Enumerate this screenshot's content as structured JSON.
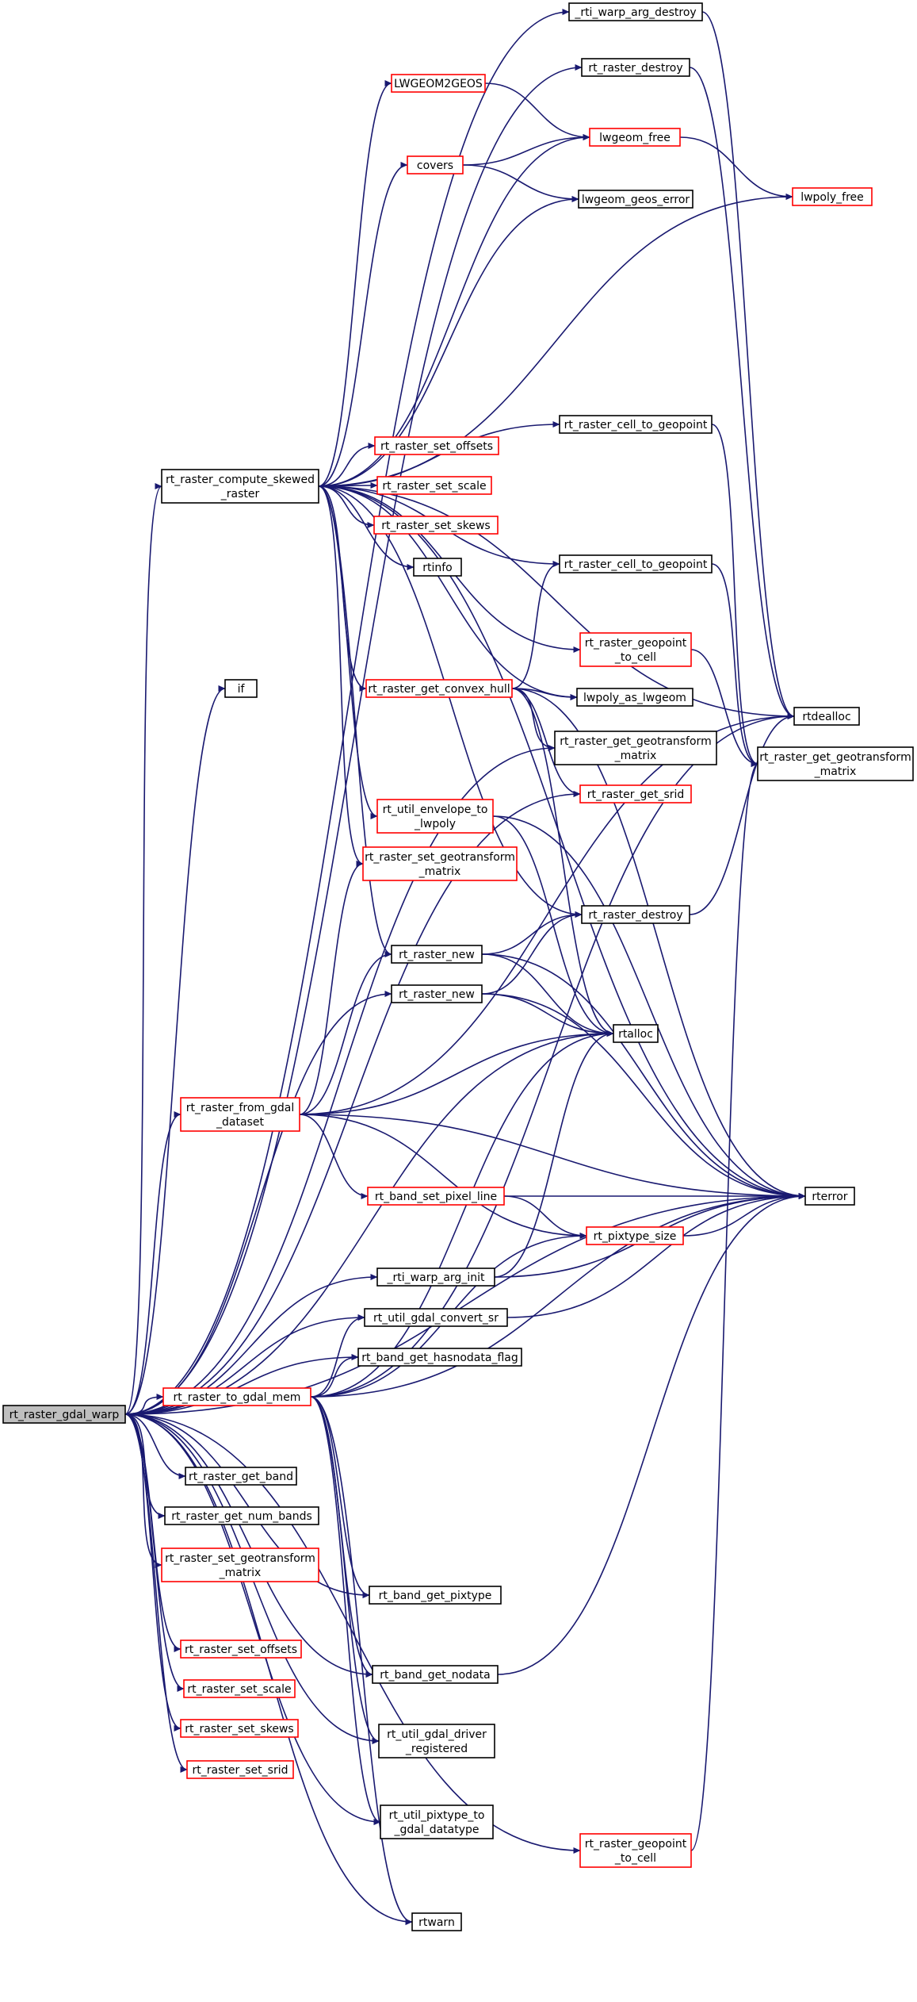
{
  "colors": {
    "edge": "#191970",
    "node_border_normal": "#000000",
    "node_border_undocumented": "#ff0000",
    "root_fill": "#bfbfbf",
    "node_fill": "#ffffff"
  },
  "nodes": [
    {
      "id": "root",
      "lines": [
        "rt_raster_gdal_warp"
      ],
      "style": "root"
    },
    {
      "id": "compute_skewed",
      "lines": [
        "rt_raster_compute_skewed",
        "_raster"
      ],
      "style": "normal"
    },
    {
      "id": "if",
      "lines": [
        "if"
      ],
      "style": "normal"
    },
    {
      "id": "from_gdal",
      "lines": [
        "rt_raster_from_gdal",
        "_dataset"
      ],
      "style": "red"
    },
    {
      "id": "to_gdal_mem",
      "lines": [
        "rt_raster_to_gdal_mem"
      ],
      "style": "red"
    },
    {
      "id": "get_band",
      "lines": [
        "rt_raster_get_band"
      ],
      "style": "normal"
    },
    {
      "id": "get_num_bands",
      "lines": [
        "rt_raster_get_num_bands"
      ],
      "style": "normal"
    },
    {
      "id": "set_geotransform_l",
      "lines": [
        "rt_raster_set_geotransform",
        "_matrix"
      ],
      "style": "red"
    },
    {
      "id": "set_offsets_l",
      "lines": [
        "rt_raster_set_offsets"
      ],
      "style": "red"
    },
    {
      "id": "set_scale_l",
      "lines": [
        "rt_raster_set_scale"
      ],
      "style": "red"
    },
    {
      "id": "set_skews_l",
      "lines": [
        "rt_raster_set_skews"
      ],
      "style": "red"
    },
    {
      "id": "set_srid_l",
      "lines": [
        "rt_raster_set_srid"
      ],
      "style": "red"
    },
    {
      "id": "lwgeom2geos",
      "lines": [
        "LWGEOM2GEOS"
      ],
      "style": "red"
    },
    {
      "id": "covers",
      "lines": [
        "covers"
      ],
      "style": "red"
    },
    {
      "id": "set_offsets_m",
      "lines": [
        "rt_raster_set_offsets"
      ],
      "style": "red"
    },
    {
      "id": "set_scale_m",
      "lines": [
        "rt_raster_set_scale"
      ],
      "style": "red"
    },
    {
      "id": "set_skews_m",
      "lines": [
        "rt_raster_set_skews"
      ],
      "style": "red"
    },
    {
      "id": "rtinfo",
      "lines": [
        "rtinfo"
      ],
      "style": "normal"
    },
    {
      "id": "get_convex_hull",
      "lines": [
        "rt_raster_get_convex_hull"
      ],
      "style": "red"
    },
    {
      "id": "envelope_to_lwpoly",
      "lines": [
        "rt_util_envelope_to",
        "_lwpoly"
      ],
      "style": "red"
    },
    {
      "id": "set_geotransform_m",
      "lines": [
        "rt_raster_set_geotransform",
        "_matrix"
      ],
      "style": "red"
    },
    {
      "id": "raster_new_1",
      "lines": [
        "rt_raster_new"
      ],
      "style": "normal"
    },
    {
      "id": "raster_new_2",
      "lines": [
        "rt_raster_new"
      ],
      "style": "normal"
    },
    {
      "id": "band_set_pixel_line",
      "lines": [
        "rt_band_set_pixel_line"
      ],
      "style": "red"
    },
    {
      "id": "warp_arg_init",
      "lines": [
        "_rti_warp_arg_init"
      ],
      "style": "normal"
    },
    {
      "id": "convert_sr",
      "lines": [
        "rt_util_gdal_convert_sr"
      ],
      "style": "normal"
    },
    {
      "id": "hasnodata",
      "lines": [
        "rt_band_get_hasnodata_flag"
      ],
      "style": "normal"
    },
    {
      "id": "get_pixtype",
      "lines": [
        "rt_band_get_pixtype"
      ],
      "style": "normal"
    },
    {
      "id": "get_nodata",
      "lines": [
        "rt_band_get_nodata"
      ],
      "style": "normal"
    },
    {
      "id": "driver_registered",
      "lines": [
        "rt_util_gdal_driver",
        "_registered"
      ],
      "style": "normal"
    },
    {
      "id": "pixtype_to_datatype",
      "lines": [
        "rt_util_pixtype_to",
        "_gdal_datatype"
      ],
      "style": "normal"
    },
    {
      "id": "rtwarn",
      "lines": [
        "rtwarn"
      ],
      "style": "normal"
    },
    {
      "id": "warp_arg_destroy",
      "lines": [
        "_rti_warp_arg_destroy"
      ],
      "style": "normal"
    },
    {
      "id": "raster_destroy_top",
      "lines": [
        "rt_raster_destroy"
      ],
      "style": "normal"
    },
    {
      "id": "lwgeom_free",
      "lines": [
        "lwgeom_free"
      ],
      "style": "red"
    },
    {
      "id": "lwgeom_geos_error",
      "lines": [
        "lwgeom_geos_error"
      ],
      "style": "normal"
    },
    {
      "id": "cell_to_geopoint_1",
      "lines": [
        "rt_raster_cell_to_geopoint"
      ],
      "style": "normal"
    },
    {
      "id": "cell_to_geopoint_2",
      "lines": [
        "rt_raster_cell_to_geopoint"
      ],
      "style": "normal"
    },
    {
      "id": "geopoint_to_cell_m",
      "lines": [
        "rt_raster_geopoint",
        "_to_cell"
      ],
      "style": "red"
    },
    {
      "id": "lwpoly_as_lwgeom",
      "lines": [
        "lwpoly_as_lwgeom"
      ],
      "style": "normal"
    },
    {
      "id": "get_geotransform_m",
      "lines": [
        "rt_raster_get_geotransform",
        "_matrix"
      ],
      "style": "normal"
    },
    {
      "id": "get_srid",
      "lines": [
        "rt_raster_get_srid"
      ],
      "style": "red"
    },
    {
      "id": "raster_destroy_mid",
      "lines": [
        "rt_raster_destroy"
      ],
      "style": "normal"
    },
    {
      "id": "rtalloc",
      "lines": [
        "rtalloc"
      ],
      "style": "normal"
    },
    {
      "id": "pixtype_size",
      "lines": [
        "rt_pixtype_size"
      ],
      "style": "red"
    },
    {
      "id": "geopoint_to_cell_b",
      "lines": [
        "rt_raster_geopoint",
        "_to_cell"
      ],
      "style": "red"
    },
    {
      "id": "lwpoly_free",
      "lines": [
        "lwpoly_free"
      ],
      "style": "red"
    },
    {
      "id": "rtdealloc",
      "lines": [
        "rtdealloc"
      ],
      "style": "normal"
    },
    {
      "id": "get_geotransform_r",
      "lines": [
        "rt_raster_get_geotransform",
        "_matrix"
      ],
      "style": "normal"
    },
    {
      "id": "rterror",
      "lines": [
        "rterror"
      ],
      "style": "normal"
    }
  ],
  "edges": [
    [
      "root",
      "compute_skewed"
    ],
    [
      "root",
      "if"
    ],
    [
      "root",
      "from_gdal"
    ],
    [
      "root",
      "to_gdal_mem"
    ],
    [
      "root",
      "get_band"
    ],
    [
      "root",
      "get_num_bands"
    ],
    [
      "root",
      "set_geotransform_l"
    ],
    [
      "root",
      "set_offsets_l"
    ],
    [
      "root",
      "set_scale_l"
    ],
    [
      "root",
      "set_skews_l"
    ],
    [
      "root",
      "set_srid_l"
    ],
    [
      "root",
      "warp_arg_destroy"
    ],
    [
      "root",
      "raster_destroy_top"
    ],
    [
      "root",
      "get_geotransform_m"
    ],
    [
      "root",
      "get_srid"
    ],
    [
      "root",
      "raster_new_2"
    ],
    [
      "root",
      "rtalloc"
    ],
    [
      "root",
      "warp_arg_init"
    ],
    [
      "root",
      "convert_sr"
    ],
    [
      "root",
      "hasnodata"
    ],
    [
      "root",
      "get_pixtype"
    ],
    [
      "root",
      "get_nodata"
    ],
    [
      "root",
      "driver_registered"
    ],
    [
      "root",
      "pixtype_to_datatype"
    ],
    [
      "root",
      "rtwarn"
    ],
    [
      "root",
      "geopoint_to_cell_b"
    ],
    [
      "root",
      "rterror"
    ],
    [
      "compute_skewed",
      "lwgeom2geos"
    ],
    [
      "compute_skewed",
      "lwgeom_free"
    ],
    [
      "compute_skewed",
      "covers"
    ],
    [
      "compute_skewed",
      "lwgeom_geos_error"
    ],
    [
      "compute_skewed",
      "lwpoly_free"
    ],
    [
      "compute_skewed",
      "cell_to_geopoint_1"
    ],
    [
      "compute_skewed",
      "set_offsets_m"
    ],
    [
      "compute_skewed",
      "set_scale_m"
    ],
    [
      "compute_skewed",
      "set_skews_m"
    ],
    [
      "compute_skewed",
      "rtinfo"
    ],
    [
      "compute_skewed",
      "cell_to_geopoint_2"
    ],
    [
      "compute_skewed",
      "geopoint_to_cell_m"
    ],
    [
      "compute_skewed",
      "get_convex_hull"
    ],
    [
      "compute_skewed",
      "envelope_to_lwpoly"
    ],
    [
      "compute_skewed",
      "set_geotransform_m"
    ],
    [
      "compute_skewed",
      "raster_new_1"
    ],
    [
      "compute_skewed",
      "lwpoly_as_lwgeom"
    ],
    [
      "compute_skewed",
      "rtdealloc"
    ],
    [
      "compute_skewed",
      "raster_destroy_mid"
    ],
    [
      "compute_skewed",
      "rterror"
    ],
    [
      "lwgeom2geos",
      "lwgeom_free"
    ],
    [
      "covers",
      "lwgeom_free"
    ],
    [
      "covers",
      "lwgeom_geos_error"
    ],
    [
      "lwgeom_free",
      "lwpoly_free"
    ],
    [
      "get_convex_hull",
      "cell_to_geopoint_2"
    ],
    [
      "get_convex_hull",
      "lwpoly_as_lwgeom"
    ],
    [
      "get_convex_hull",
      "get_geotransform_m"
    ],
    [
      "get_convex_hull",
      "get_srid"
    ],
    [
      "get_convex_hull",
      "rtalloc"
    ],
    [
      "get_convex_hull",
      "rterror"
    ],
    [
      "envelope_to_lwpoly",
      "rtalloc"
    ],
    [
      "envelope_to_lwpoly",
      "rterror"
    ],
    [
      "raster_new_1",
      "raster_destroy_mid"
    ],
    [
      "raster_new_1",
      "rtalloc"
    ],
    [
      "raster_new_1",
      "rterror"
    ],
    [
      "raster_new_2",
      "raster_destroy_mid"
    ],
    [
      "raster_new_2",
      "rtalloc"
    ],
    [
      "raster_new_2",
      "rterror"
    ],
    [
      "from_gdal",
      "set_geotransform_m"
    ],
    [
      "from_gdal",
      "raster_new_1"
    ],
    [
      "from_gdal",
      "rtalloc"
    ],
    [
      "from_gdal",
      "rtdealloc"
    ],
    [
      "from_gdal",
      "rterror"
    ],
    [
      "from_gdal",
      "band_set_pixel_line"
    ],
    [
      "from_gdal",
      "pixtype_size"
    ],
    [
      "band_set_pixel_line",
      "rterror"
    ],
    [
      "band_set_pixel_line",
      "pixtype_size"
    ],
    [
      "pixtype_size",
      "rterror"
    ],
    [
      "warp_arg_init",
      "rtalloc"
    ],
    [
      "warp_arg_init",
      "rterror"
    ],
    [
      "convert_sr",
      "rterror"
    ],
    [
      "to_gdal_mem",
      "convert_sr"
    ],
    [
      "to_gdal_mem",
      "hasnodata"
    ],
    [
      "to_gdal_mem",
      "rtalloc"
    ],
    [
      "to_gdal_mem",
      "pixtype_size"
    ],
    [
      "to_gdal_mem",
      "rtdealloc"
    ],
    [
      "to_gdal_mem",
      "rterror"
    ],
    [
      "to_gdal_mem",
      "get_pixtype"
    ],
    [
      "to_gdal_mem",
      "get_nodata"
    ],
    [
      "to_gdal_mem",
      "driver_registered"
    ],
    [
      "to_gdal_mem",
      "pixtype_to_datatype"
    ],
    [
      "to_gdal_mem",
      "rtwarn"
    ],
    [
      "get_nodata",
      "rterror"
    ],
    [
      "geopoint_to_cell_b",
      "get_geotransform_r"
    ],
    [
      "warp_arg_destroy",
      "rtdealloc"
    ],
    [
      "raster_destroy_top",
      "rtdealloc"
    ],
    [
      "raster_destroy_mid",
      "rtdealloc"
    ],
    [
      "cell_to_geopoint_1",
      "get_geotransform_r"
    ],
    [
      "cell_to_geopoint_2",
      "get_geotransform_r"
    ],
    [
      "geopoint_to_cell_m",
      "get_geotransform_r"
    ]
  ]
}
